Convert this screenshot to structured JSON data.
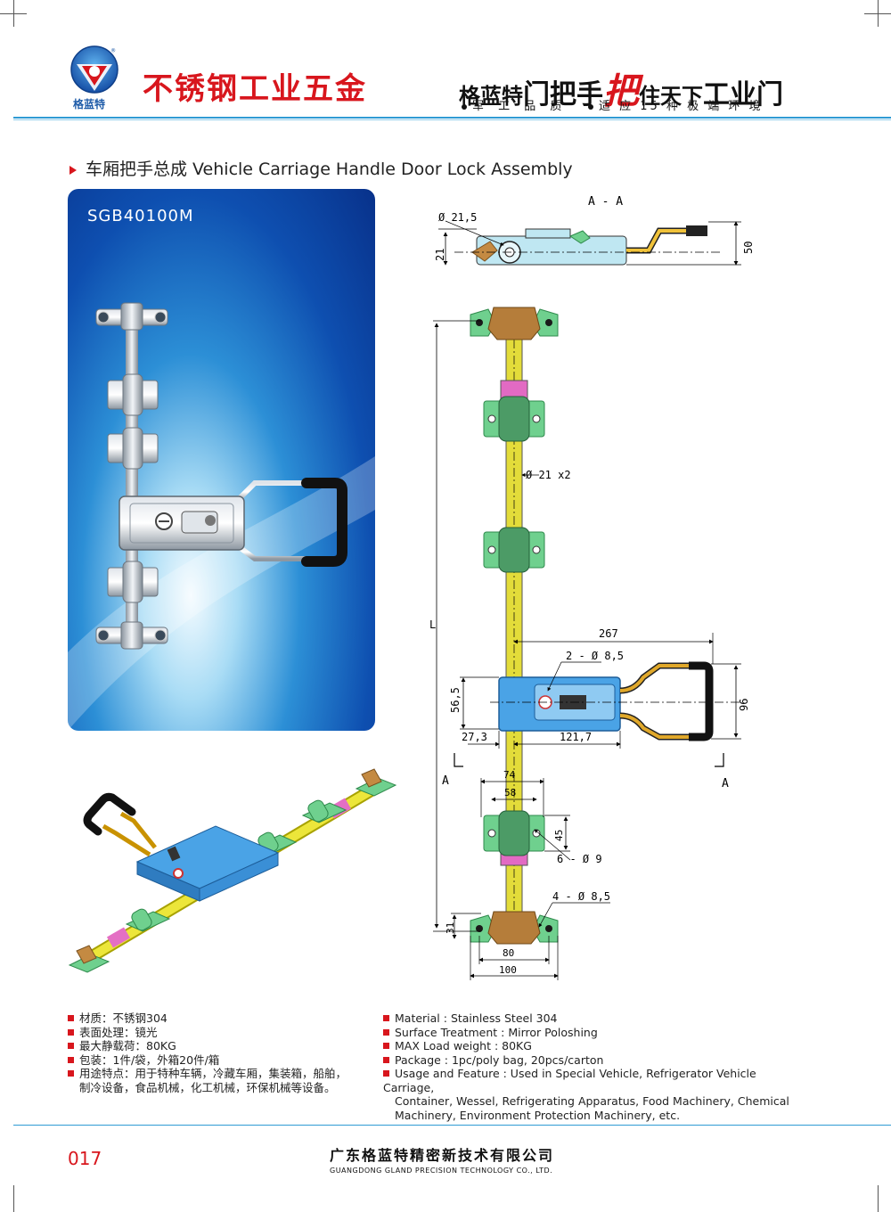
{
  "header": {
    "logo_text": "格蓝特",
    "brand_name": "不锈钢工业五金",
    "slogan_part1": "格蓝特",
    "slogan_part2": "门把手",
    "slogan_part3": "把",
    "slogan_part4": "住天下",
    "slogan_part5": "工业门",
    "tag1": "军 工 品 质",
    "tag2": "适 应 15 种 极 端 环 境"
  },
  "section": {
    "title": "车厢把手总成 Vehicle Carriage Handle Door Lock Assembly"
  },
  "photo": {
    "model": "SGB40100M"
  },
  "drawing": {
    "section_label": "A - A",
    "dim_diameter_top": "Ø 21,5",
    "dim_21": "21",
    "dim_50": "50",
    "dim_tube": "Ø 21 x2",
    "dim_267": "267",
    "dim_holes_2": "2 - Ø 8,5",
    "dim_56": "56,5",
    "dim_96": "96",
    "dim_27": "27,3",
    "dim_121": "121,7",
    "dim_L": "L",
    "label_A_left": "A",
    "label_A_right": "A",
    "dim_74": "74",
    "dim_58": "58",
    "dim_45": "45",
    "dim_holes_6": "6 - Ø 9",
    "dim_holes_4": "4 - Ø 8,5",
    "dim_31": "31",
    "dim_80": "80",
    "dim_100": "100"
  },
  "specs_cn": [
    "材质：不锈钢304",
    "表面处理：镜光",
    "最大静载荷：80KG",
    "包装：1件/袋，外箱20件/箱",
    "用途特点：用于特种车辆，冷藏车厢，集装箱，船舶，",
    "制冷设备，食品机械，化工机械，环保机械等设备。"
  ],
  "specs_en": [
    "Material : Stainless Steel 304",
    "Surface Treatment : Mirror Poloshing",
    "MAX Load weight : 80KG",
    "Package : 1pc/poly bag,  20pcs/carton",
    "Usage and Feature : Used in Special Vehicle, Refrigerator Vehicle Carriage,",
    "Container, Wessel, Refrigerating Apparatus, Food Machinery, Chemical",
    "Machinery, Environment Protection Machinery, etc."
  ],
  "footer": {
    "page_number": "017",
    "company_cn": "广东格蓝特精密新技术有限公司",
    "company_en": "GUANGDONG GLAND PRECISION TECHNOLOGY CO., LTD."
  },
  "colors": {
    "brand_red": "#d8161d",
    "brand_blue": "#1c5aa8",
    "rule_blue": "#2f9bd4"
  }
}
